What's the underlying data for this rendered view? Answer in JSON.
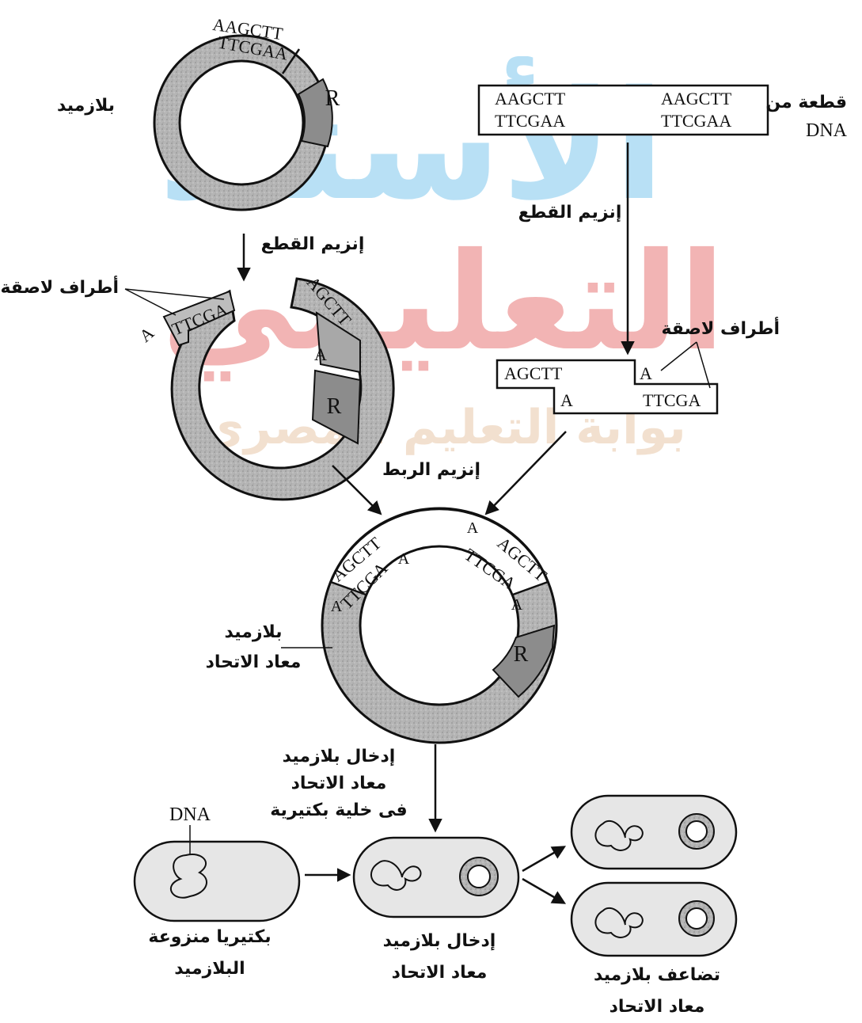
{
  "watermark": {
    "line1": "الأستاذ",
    "line2": "التعليمي",
    "line3": "بوابة التعليم المصري"
  },
  "plasmid": {
    "label": "بلازميد",
    "top_seq": "AAGCTT",
    "bottom_seq": "TTCGAA",
    "gene": "R"
  },
  "dna_fragment": {
    "label_line1": "قطعة من",
    "label_line2": "DNA",
    "left_top": "AAGCTT",
    "left_bottom": "TTCGAA",
    "right_top": "AAGCTT",
    "right_bottom": "TTCGAA"
  },
  "cut_enzyme_left": "إنزيم القطع",
  "cut_enzyme_right": "إنزيم القطع",
  "sticky_ends_left": "أطراف لاصقة",
  "sticky_ends_right": "أطراف لاصقة",
  "cut_plasmid": {
    "left_seq": "TTCGA",
    "left_base": "A",
    "right_seq": "AGCTT",
    "right_base": "A",
    "gene": "R"
  },
  "cut_fragment": {
    "top_left": "AGCTT",
    "top_right": "A",
    "bottom_left": "A",
    "bottom_right": "TTCGA"
  },
  "ligase": "إنزيم الربط",
  "recombinant_plasmid": {
    "label_line1": "بلازميد",
    "label_line2": "معاد الاتحاد",
    "left_outer": "AGCTT",
    "left_inner": "TTCGA",
    "left_a_outer": "A",
    "left_a_inner": "A",
    "right_outer": "AGCTT",
    "right_inner": "TTCGA",
    "right_a_outer": "A",
    "right_a_inner": "A",
    "gene": "R"
  },
  "insertion_step": {
    "line1": "إدخال بلازميد",
    "line2": "معاد الاتحاد",
    "line3": "فى خلية بكتيرية"
  },
  "bacteria": {
    "dna_label": "DNA",
    "cell1_line1": "بكتيريا منزوعة",
    "cell1_line2": "البلازميد",
    "cell2_line1": "إدخال بلازميد",
    "cell2_line2": "معاد الاتحاد",
    "cell3_line1": "تضاعف بلازميد",
    "cell3_line2": "معاد الاتحاد"
  }
}
